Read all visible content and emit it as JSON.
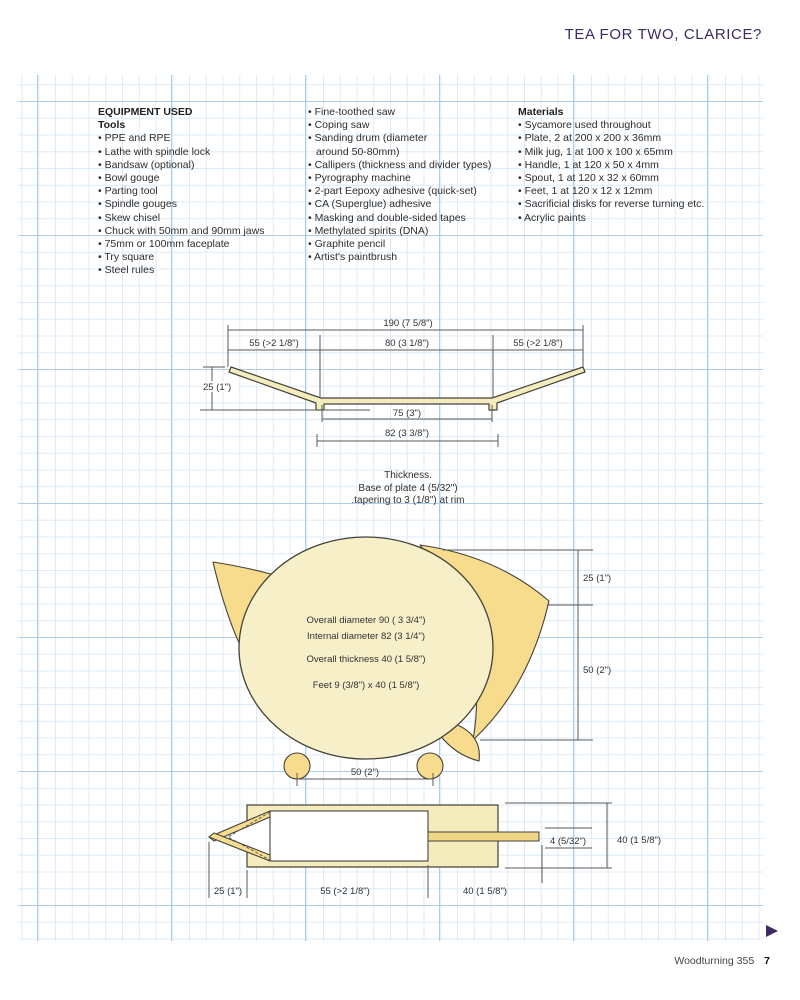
{
  "header": {
    "title": "TEA FOR TWO, CLARICE?"
  },
  "footer": {
    "magazine": "Woodturning 355",
    "page": "7"
  },
  "columns": {
    "tools": {
      "title": "EQUIPMENT USED",
      "subtitle": "Tools",
      "items": [
        "PPE and RPE",
        "Lathe with spindle lock",
        "Bandsaw (optional)",
        "Bowl gouge",
        "Parting tool",
        "Spindle gouges",
        "Skew chisel",
        "Chuck with 50mm and 90mm jaws",
        "75mm or 100mm faceplate",
        "Try square",
        "Steel rules"
      ]
    },
    "tools2": {
      "items": [
        "Fine-toothed saw",
        "Coping saw",
        "Sanding drum (diameter",
        "around 50-80mm)",
        "Callipers (thickness and divider types)",
        "Pyrography machine",
        "2-part Eepoxy adhesive (quick-set)",
        "CA (Superglue) adhesive",
        "Masking and double-sided tapes",
        "Methylated spirits (DNA)",
        "Graphite pencil",
        "Artist's paintbrush"
      ]
    },
    "materials": {
      "title": "Materials",
      "items": [
        "Sycamore used throughout",
        "Plate, 2 at 200 x 200 x 36mm",
        "Milk jug, 1 at 100 x 100 x 65mm",
        "Handle, 1 at 120 x 50 x 4mm",
        "Spout, 1 at 120 x 32 x 60mm",
        "Feet, 1 at 120 x 12 x 12mm",
        "Sacrificial disks for reverse turning etc.",
        "Acrylic paints"
      ]
    }
  },
  "plate_drawing": {
    "dim_190": "190 (7 5/8\")",
    "dim_55_left": "55 (>2 1/8\")",
    "dim_80": "80 (3 1/8\")",
    "dim_55_right": "55 (>2 1/8\")",
    "dim_25": "25 (1\")",
    "dim_75": "75 (3\")",
    "dim_82": "82 (3 3/8\")"
  },
  "thickness_note": {
    "line1": "Thickness.",
    "line2": "Base of plate 4 (5/32\")",
    "line3": ".tapering to 3 (1/8\") at rim"
  },
  "teapot_front": {
    "label_overall_diameter": "Overall diameter 90 ( 3 3/4\")",
    "label_internal_diameter": "Internal diameter 82 (3 1/4\")",
    "label_overall_thickness": "Overall thickness 40 (1 5/8\")",
    "label_feet": "Feet 9 (3/8\") x 40 (1 5/8\")",
    "dim_25": "25 (1\")",
    "dim_50_right": "50 (2\")",
    "dim_50_feet": "50 (2\")"
  },
  "teapot_section": {
    "dim_4": "4 (5/32\")",
    "dim_40_right": "40 (1 5/8\")",
    "dim_25": "25 (1\")",
    "dim_55": "55 (>2 1/8\")",
    "dim_40_bottom": "40 (1 5/8\")"
  },
  "colors": {
    "accent_purple": "#3d2b63",
    "wood_light": "#f5ecbe",
    "wood_body": "#f6efc8",
    "wood_gold": "#f8dc8d",
    "outline": "#44423a",
    "grid_minor": "#dcebf7",
    "grid_major": "#abcdea"
  }
}
